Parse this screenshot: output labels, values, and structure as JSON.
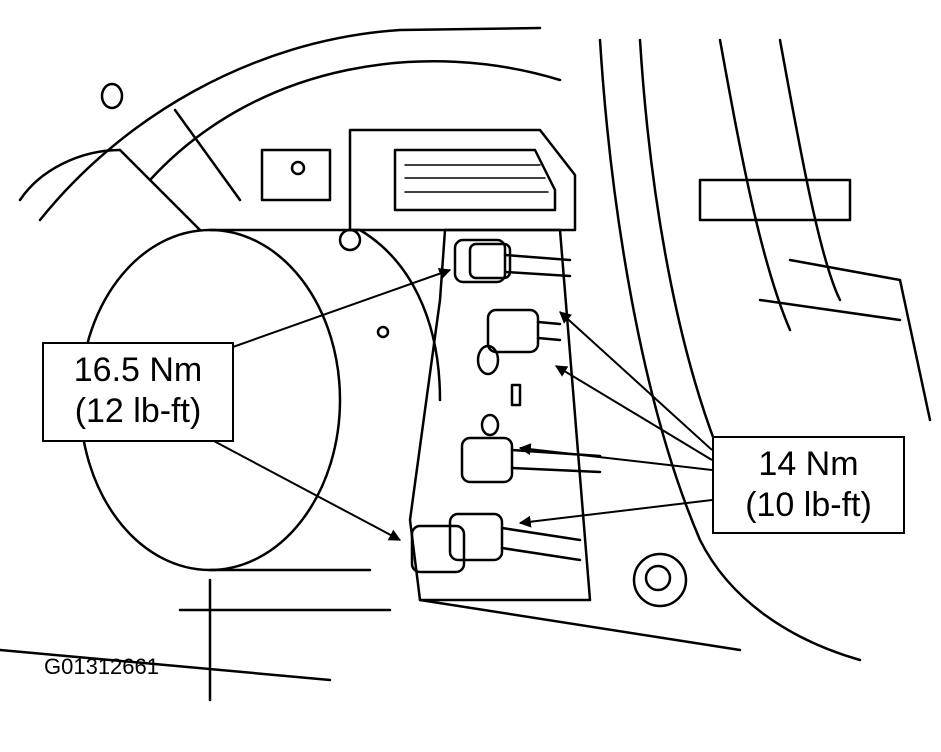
{
  "callouts": {
    "left": {
      "torque_nm": "16.5 Nm",
      "torque_lbft": "(12 lb-ft)"
    },
    "right": {
      "torque_nm": "14 Nm",
      "torque_lbft": "(10 lb-ft)"
    }
  },
  "figure_id": "G01312661",
  "colors": {
    "ink": "#000000",
    "paper": "#ffffff"
  }
}
